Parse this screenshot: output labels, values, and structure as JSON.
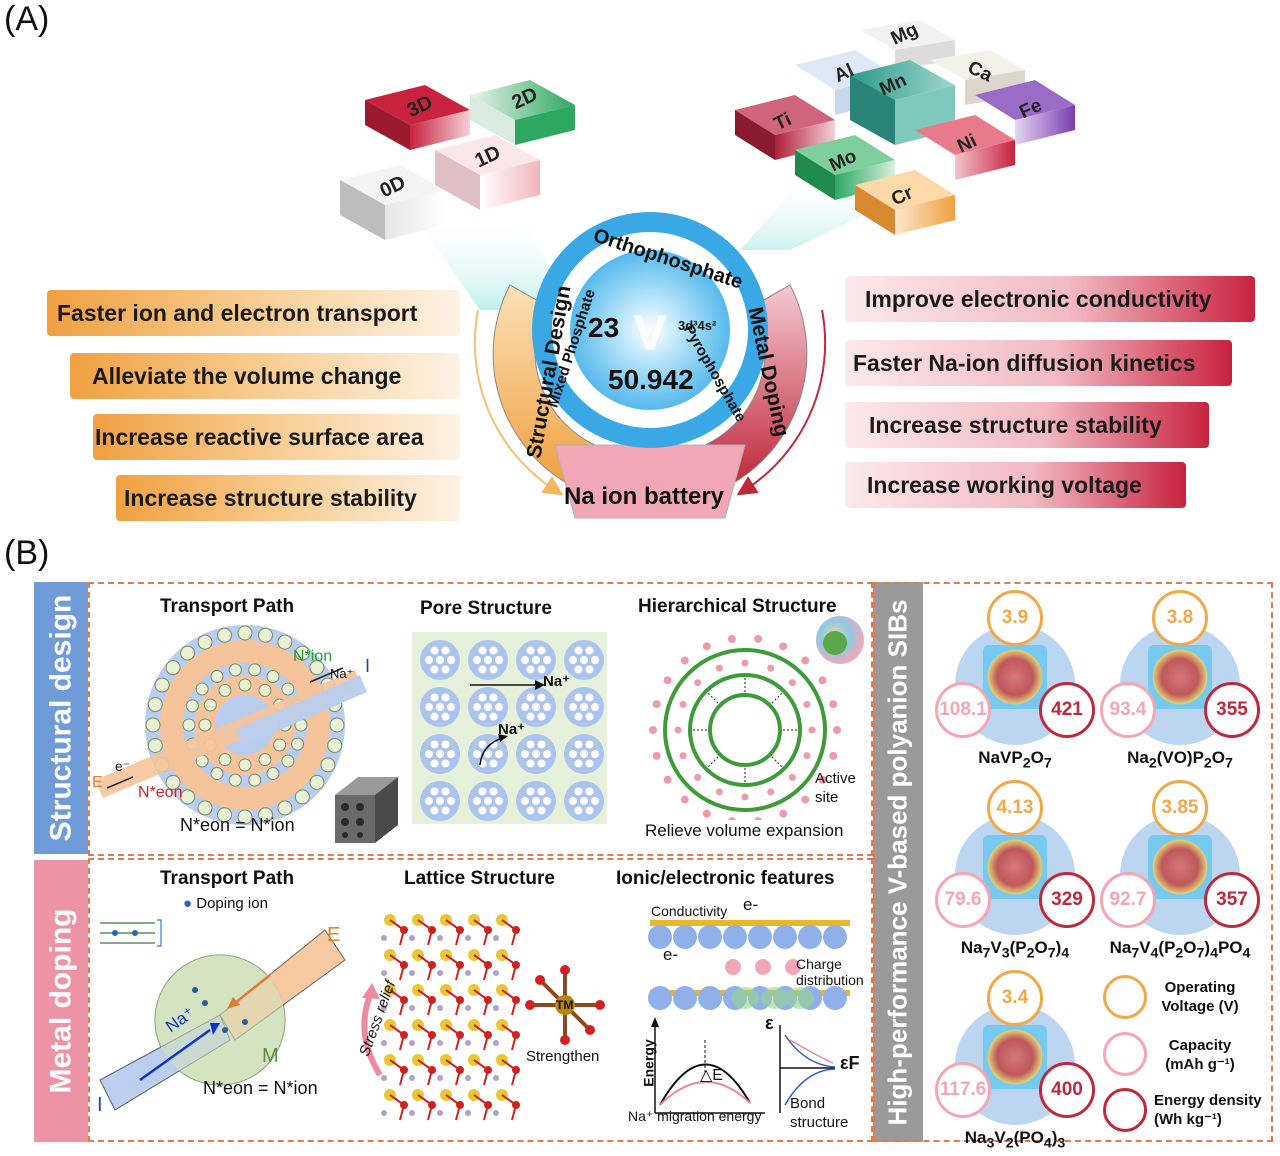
{
  "panel_a_label": "(A)",
  "panel_b_label": "(B)",
  "dimension_blocks": [
    "0D",
    "1D",
    "2D",
    "3D"
  ],
  "dopant_blocks": [
    "Ti",
    "Al",
    "Mg",
    "Mn",
    "Ca",
    "Mo",
    "Ni",
    "Fe",
    "Cr"
  ],
  "center": {
    "ring_top": "Orthophosphate",
    "ring_left": "Mixed Phosphate",
    "ring_right": "Pyrophosphate",
    "atomic_number": "23",
    "symbol": "V",
    "electron_config": "3d³4s²",
    "atomic_mass": "50.942",
    "left_arc": "Structural Design",
    "right_arc": "Metal Doping",
    "bottom": "Na ion battery"
  },
  "left_benefits": [
    "Faster ion and electron transport",
    "Alleviate the volume change",
    "Increase reactive surface area",
    "Increase structure stability"
  ],
  "right_benefits": [
    "Improve electronic conductivity",
    "Faster Na-ion diffusion kinetics",
    "Increase structure stability",
    "Increase working voltage"
  ],
  "structural": {
    "tab": "Structural design",
    "transport_title": "Transport Path",
    "n_ion": "N*ion",
    "na_plus": "Na⁺",
    "i_label": "I",
    "e_label": "E",
    "e_minus": "e⁻",
    "n_eon": "N*eon",
    "equation": "N*eon = N*ion",
    "pore_title": "Pore Structure",
    "pore_na1": "Na⁺",
    "pore_na2": "Na⁺",
    "hier_title": "Hierarchical Structure",
    "active_site": "Active site",
    "relieve": "Relieve volume expansion"
  },
  "doping": {
    "tab": "Metal doping",
    "transport_title": "Transport Path",
    "doping_ion": "Doping ion",
    "e_label": "E",
    "m_label": "M",
    "i_label": "I",
    "na_plus": "Na⁺",
    "equation": "N*eon = N*ion",
    "lattice_title": "Lattice Structure",
    "stress_relief": "Stress relief",
    "tm": "TM",
    "strengthen": "Strengthen",
    "ionic_title": "Ionic/electronic features",
    "conductivity": "Conductivity",
    "e_minus1": "e-",
    "e_minus2": "e-",
    "charge_distribution": "Charge distribution",
    "energy_axis": "Energy",
    "delta_e": "△E",
    "migration": "Na⁺ migration energy",
    "epsilon": "ε",
    "epsilon_f": "εF",
    "bond_structure": "Bond structure"
  },
  "high_perf": {
    "tab": "High-performance V-based polyanion SIBs",
    "materials": [
      {
        "name": "NaVP2O7",
        "voltage": "3.9",
        "capacity": "108.1",
        "energy": "421"
      },
      {
        "name": "Na2(VO)P2O7",
        "voltage": "3.8",
        "capacity": "93.4",
        "energy": "355"
      },
      {
        "name": "Na7V3(P2O7)4",
        "voltage": "4.13",
        "capacity": "79.6",
        "energy": "329"
      },
      {
        "name": "Na7V4(P2O7)4PO4",
        "voltage": "3.85",
        "capacity": "92.7",
        "energy": "357"
      },
      {
        "name": "Na3V2(PO4)3",
        "voltage": "3.4",
        "capacity": "117.6",
        "energy": "400"
      }
    ],
    "legend": [
      {
        "label": "Operating Voltage (V)",
        "color": "#f0a848"
      },
      {
        "label": "Capacity (mAh g⁻¹)",
        "color": "#f4a6b2"
      },
      {
        "label": "Energy density (Wh kg⁻¹)",
        "color": "#c0283c"
      }
    ]
  },
  "colors": {
    "orange": "#f0a040",
    "crimson": "#c8223e",
    "blue_ring": "#3aa8e4",
    "pink": "#f2a7b6",
    "tab_blue": "#6f9bd8",
    "tab_pink": "#ec93a6",
    "tab_gray": "#9a9a9a"
  }
}
